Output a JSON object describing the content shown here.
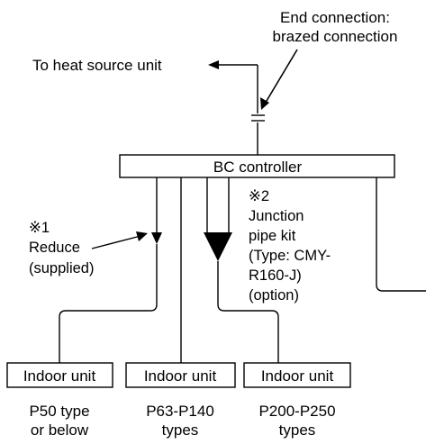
{
  "end_connection": {
    "line1": "End connection:",
    "line2": "brazed connection"
  },
  "heat_source_label": "To heat source unit",
  "bc_controller_label": "BC controller",
  "note1": {
    "mark": "※1",
    "line1": "Reduce",
    "line2": "(supplied)"
  },
  "note2": {
    "mark": "※2",
    "lines": [
      "Junction",
      "pipe kit",
      "(Type: CMY-",
      "R160-J)",
      "(option)"
    ]
  },
  "indoor_units": [
    {
      "label": "Indoor unit",
      "type_line1": "P50 type",
      "type_line2": "or below"
    },
    {
      "label": "Indoor unit",
      "type_line1": "P63-P140",
      "type_line2": "types"
    },
    {
      "label": "Indoor unit",
      "type_line1": "P200-P250",
      "type_line2": "types"
    }
  ]
}
